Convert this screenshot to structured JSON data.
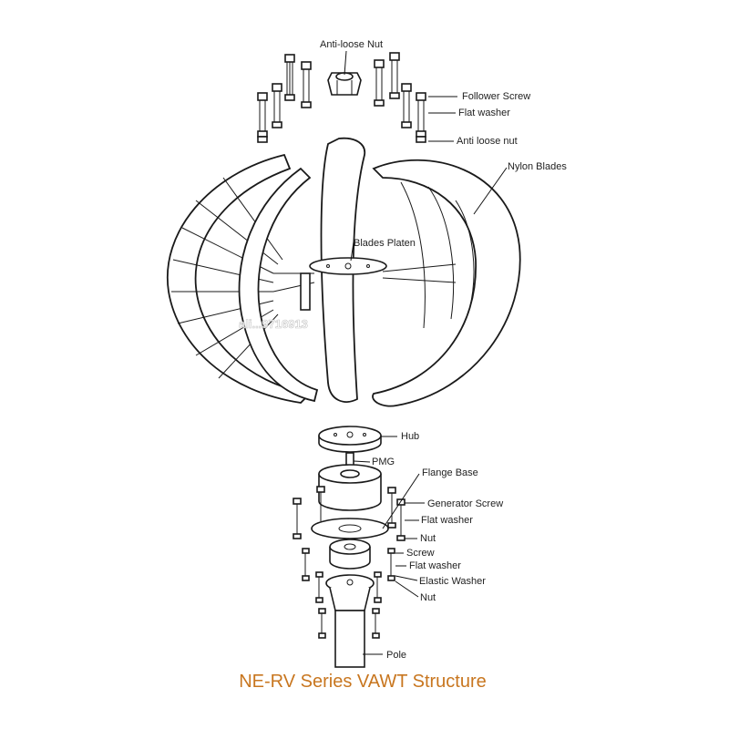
{
  "labels": {
    "anti_loose_nut_top": "Anti-loose Nut",
    "follower_screw": "Follower Screw",
    "flat_washer_top": "Flat washer",
    "anti_loose_nut": "Anti loose nut",
    "nylon_blades": "Nylon Blades",
    "blades_platen": "Blades Platen",
    "hub": "Hub",
    "pmg": "PMG",
    "flange_base": "Flange Base",
    "generator_screw": "Generator Screw",
    "flat_washer_mid": "Flat washer",
    "nut_mid": "Nut",
    "screw": "Screw",
    "flat_washer_low": "Flat washer",
    "elastic_washer": "Elastic Washer",
    "nut_low": "Nut",
    "pole": "Pole"
  },
  "title": "NE-RV Series VAWT Structure",
  "watermark": "ali...9716913",
  "colors": {
    "title": "#c8761f",
    "line": "#1a1a1a"
  }
}
